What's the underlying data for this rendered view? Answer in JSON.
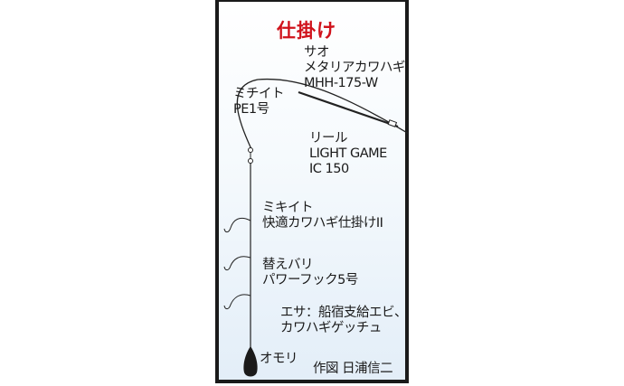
{
  "title": "仕掛け",
  "rod": {
    "label": "サオ",
    "name": "メタリアカワハギ",
    "model": "MHH-175-W"
  },
  "mainline": {
    "label": "ミチイト",
    "spec": "PE1号"
  },
  "reel": {
    "label": "リール",
    "name": "LIGHT GAME",
    "model": "IC 150"
  },
  "leader": {
    "label": "ミキイト",
    "spec": "快適カワハギ仕掛けII"
  },
  "hook": {
    "label": "替えバリ",
    "spec": "パワーフック5号"
  },
  "bait": {
    "line1": "エサ：船宿支給エビ、",
    "line2": "カワハギゲッチュ"
  },
  "sinker": {
    "label": "オモリ"
  },
  "credit": "作図 日浦信二",
  "colors": {
    "title": "#d0121b",
    "frame": "#1a1a1a"
  }
}
